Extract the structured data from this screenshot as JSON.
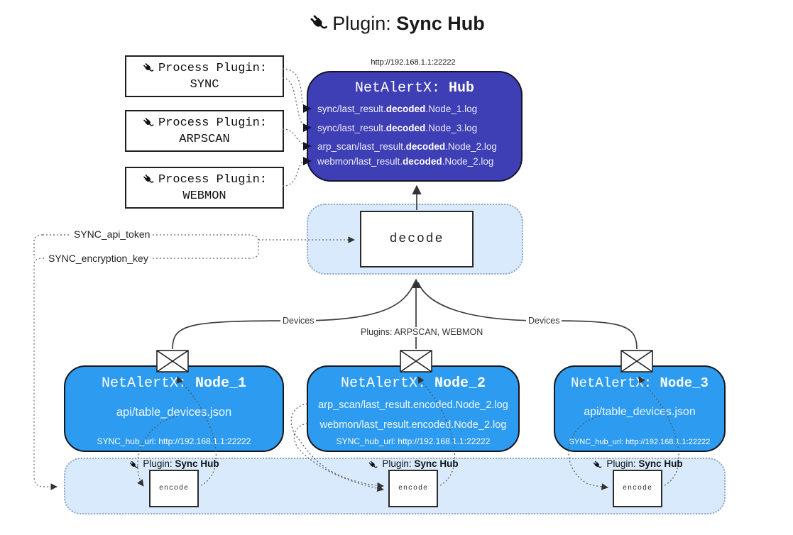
{
  "title": {
    "icon": "plug-icon",
    "prefix": "Plugin: ",
    "name": "Sync Hub"
  },
  "hub": {
    "url": "http://192.168.1.1:22222",
    "title_prefix": "NetAlertX: ",
    "title_name": "Hub",
    "lines": [
      {
        "pre": "sync/last_result.",
        "bold": "decoded",
        "post": ".Node_1.log"
      },
      {
        "pre": "sync/last_result.",
        "bold": "decoded",
        "post": ".Node_3.log"
      },
      {
        "pre": "arp_scan/last_result.",
        "bold": "decoded",
        "post": ".Node_2.log"
      },
      {
        "pre": "webmon/last_result.",
        "bold": "decoded",
        "post": ".Node_2.log"
      }
    ]
  },
  "process_plugins": [
    {
      "label": "Process Plugin:",
      "name": "SYNC"
    },
    {
      "label": "Process Plugin:",
      "name": "ARPSCAN"
    },
    {
      "label": "Process Plugin:",
      "name": "WEBMON"
    }
  ],
  "decode_label": "decode",
  "config_labels": {
    "api_token": "SYNC_api_token",
    "encryption_key": "SYNC_encryption_key"
  },
  "edge_labels": {
    "devices_left": "Devices",
    "devices_right": "Devices",
    "plugins_mid": "Plugins: ARPSCAN, WEBMON"
  },
  "nodes": [
    {
      "title_prefix": "NetAlertX: ",
      "title_name": "Node_1",
      "lines": [
        "api/table_devices.json"
      ],
      "hub_url": "SYNC_hub_url: http://192.168.1.1:22222"
    },
    {
      "title_prefix": "NetAlertX: ",
      "title_name": "Node_2",
      "lines": [
        "arp_scan/last_result.encoded.Node_2.log",
        "webmon/last_result.encoded.Node_2.log"
      ],
      "hub_url": "SYNC_hub_url: http://192.168.1.1:22222"
    },
    {
      "title_prefix": "NetAlertX: ",
      "title_name": "Node_3",
      "lines": [
        "api/table_devices.json"
      ],
      "hub_url": "SYNC_hub_url: http://192.168.1.1:22222"
    }
  ],
  "encode_sections": [
    {
      "badge_prefix": "Plugin: ",
      "badge_name": "Sync Hub",
      "box_label": "encode"
    },
    {
      "badge_prefix": "Plugin: ",
      "badge_name": "Sync Hub",
      "box_label": "encode"
    },
    {
      "badge_prefix": "Plugin: ",
      "badge_name": "Sync Hub",
      "box_label": "encode"
    }
  ],
  "colors": {
    "hub": "#3f3fb5",
    "node": "#2d9bf0",
    "panel": "#d9eafc",
    "line": "#3d3d3d"
  }
}
